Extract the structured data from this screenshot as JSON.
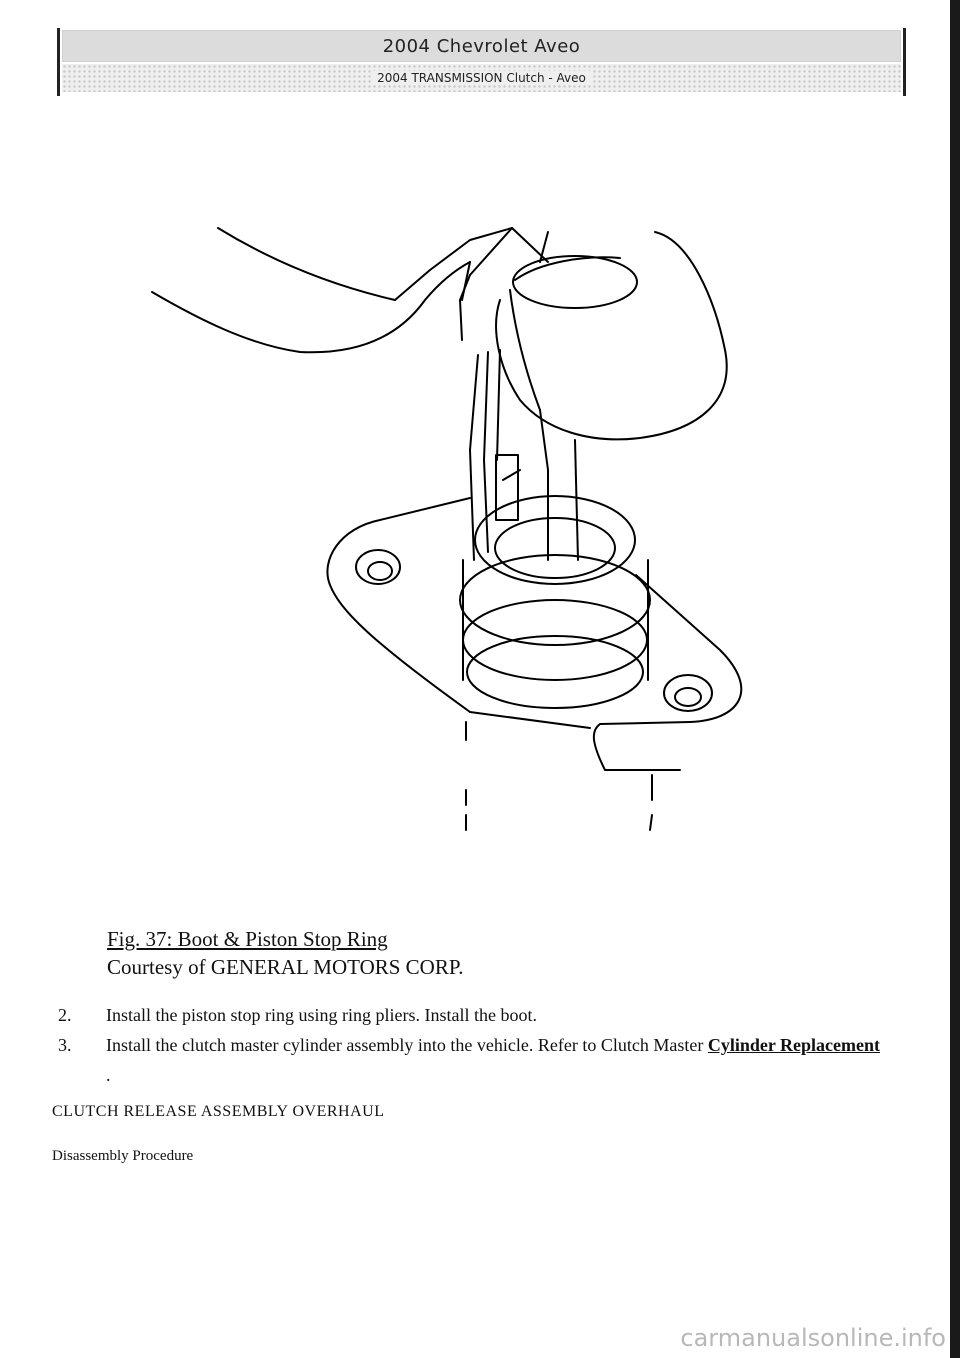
{
  "header": {
    "title": "2004 Chevrolet Aveo",
    "subtitle": "2004 TRANSMISSION Clutch - Aveo"
  },
  "figure": {
    "caption": "Fig. 37: Boot & Piston Stop Ring",
    "credit": "Courtesy of GENERAL MOTORS CORP."
  },
  "steps": [
    {
      "number": "2.",
      "text": "Install the piston stop ring using ring pliers. Install the boot."
    },
    {
      "number": "3.",
      "text_before": "Install the clutch master cylinder assembly into the vehicle. Refer to Clutch Master",
      "link": "Cylinder Replacement",
      "text_after": " ."
    }
  ],
  "section_heading": "CLUTCH RELEASE ASSEMBLY OVERHAUL",
  "subsection_heading": "Disassembly Procedure",
  "watermark": "carmanualsonline.info"
}
